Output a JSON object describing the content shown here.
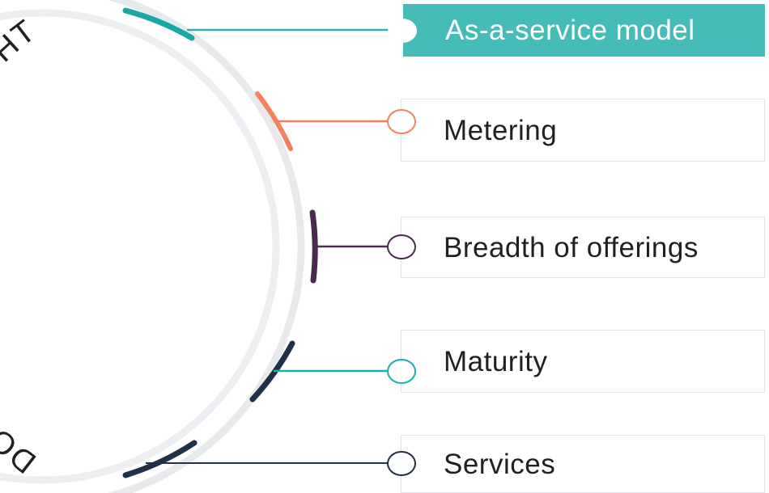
{
  "title": {
    "curved_text": "DOING \"AS-A-SERVICE\" RIGHT"
  },
  "colors": {
    "teal": "#2bb3aa",
    "teal_box": "#45bcb8",
    "coral": "#f4805e",
    "purple": "#4b2a4f",
    "navy": "#1f3048",
    "cyan_line": "#19b0ac",
    "ring_gray": "#e8e9ed",
    "box_border": "#e2e3e8",
    "text_dark": "#231f20",
    "text_light": "#ffffff"
  },
  "items": [
    {
      "label": "As-a-service model",
      "accent": "#2bb3aa",
      "highlighted": true,
      "arc_color": "#1aa9a2",
      "line_color": "#2bb3aa",
      "circle_color": "#ffffff"
    },
    {
      "label": "Metering",
      "accent": "#f4805e",
      "highlighted": false,
      "arc_color": "#f4805e",
      "line_color": "#f4805e",
      "circle_color": "#f4805e"
    },
    {
      "label": "Breadth of offerings",
      "accent": "#4b2a4f",
      "highlighted": false,
      "arc_color": "#4b2a4f",
      "line_color": "#4b2a4f",
      "circle_color": "#4b2a4f"
    },
    {
      "label": "Maturity",
      "accent": "#19b0ac",
      "highlighted": false,
      "arc_color": "#1f3048",
      "line_color": "#19b0ac",
      "circle_color": "#19b0ac"
    },
    {
      "label": "Services",
      "accent": "#1f3048",
      "highlighted": false,
      "arc_color": "#1f3048",
      "line_color": "#1f3048",
      "circle_color": "#1f3048"
    }
  ]
}
